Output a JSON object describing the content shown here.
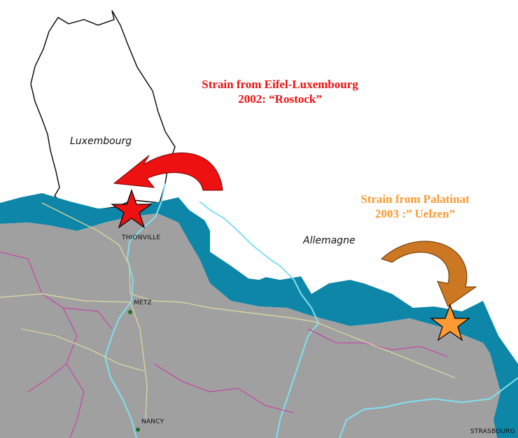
{
  "annotations": {
    "luxembourg_strain": {
      "line1": "Strain from Eifel-Luxembourg",
      "line2": "2002: “Rostock”",
      "color": "#ee1111"
    },
    "palatinat_strain": {
      "line1": "Strain from Palatinat",
      "line2": "2003 :” Uelzen”",
      "color": "#ff9933"
    }
  },
  "countries": {
    "luxembourg": "Luxembourg",
    "allemagne": "Allemagne"
  },
  "cities": {
    "thionville": "THIONVILLE",
    "metz": "METZ",
    "nancy": "NANCY",
    "strasbourg": "STRASBOURG"
  },
  "markers": {
    "luxembourg_star_color": "#ee1111",
    "palatinat_star_color": "#ff9933",
    "luxembourg_arrow_color": "#ee1111",
    "palatinat_arrow_color": "#cc7722"
  },
  "colors": {
    "land": "#a0a0a0",
    "border_zone": "#0e86a8",
    "river": "#7fe0f0",
    "road": "#d8d3a0",
    "admin_boundary": "#cc33aa"
  }
}
